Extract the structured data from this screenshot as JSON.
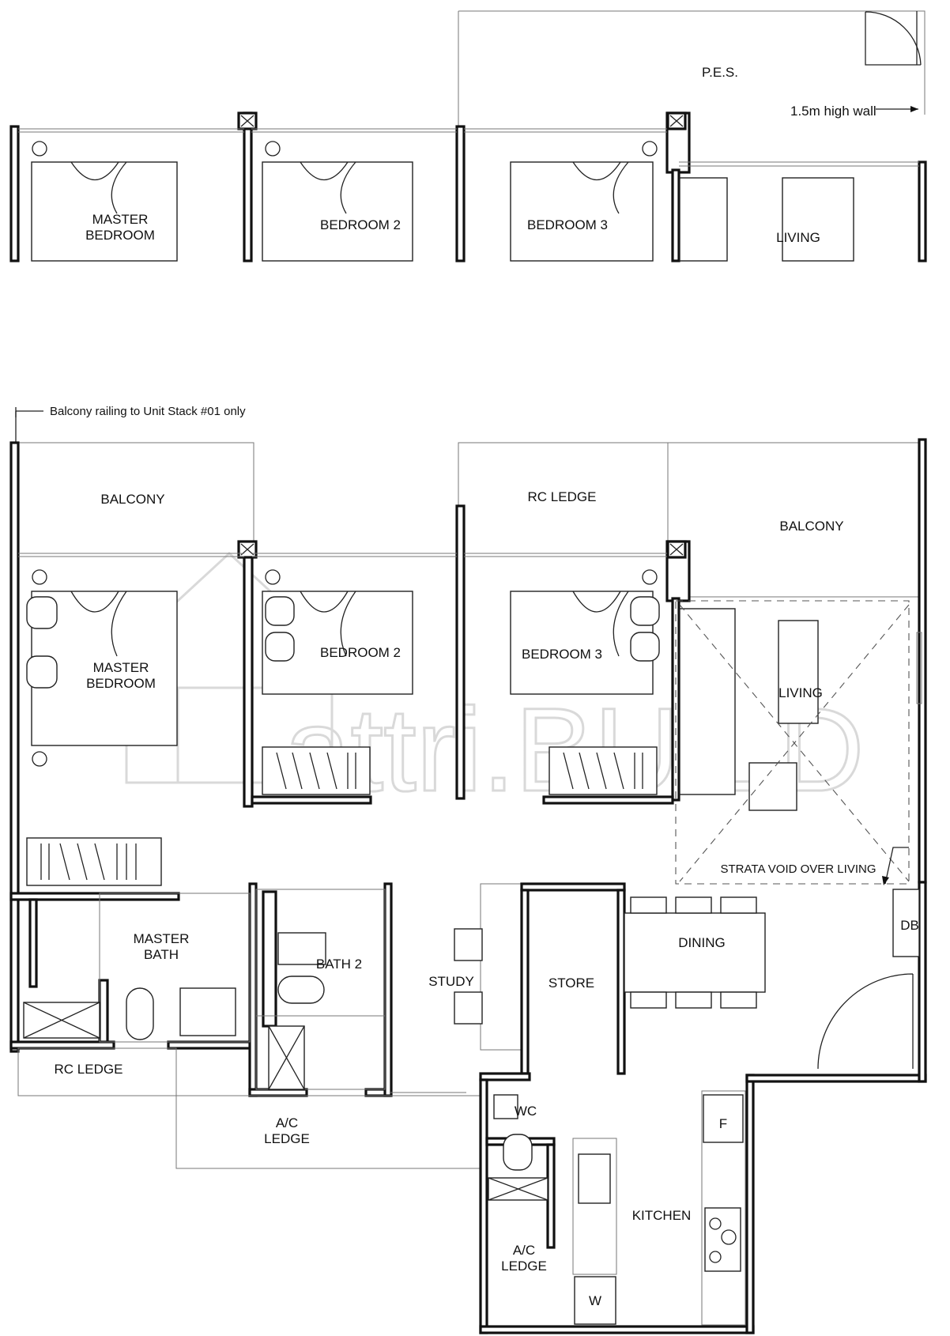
{
  "watermark": {
    "text": "attri.BUILD",
    "color": "#d9d9d9"
  },
  "upper_plan": {
    "pes": "P.E.S.",
    "wall_note": "1.5m high wall",
    "master_bedroom_line1": "MASTER",
    "master_bedroom_line2": "BEDROOM",
    "bedroom_2": "BEDROOM 2",
    "bedroom_3": "BEDROOM 3",
    "living": "LIVING"
  },
  "lower_plan": {
    "balcony_note": "Balcony railing to Unit Stack #01 only",
    "balcony_left": "BALCONY",
    "rc_ledge_top": "RC LEDGE",
    "balcony_right": "BALCONY",
    "master_bedroom_line1": "MASTER",
    "master_bedroom_line2": "BEDROOM",
    "bedroom_2": "BEDROOM 2",
    "bedroom_3": "BEDROOM 3",
    "living": "LIVING",
    "strata_void": "STRATA VOID OVER LIVING",
    "master_bath_line1": "MASTER",
    "master_bath_line2": "BATH",
    "bath_2": "BATH 2",
    "study": "STUDY",
    "store": "STORE",
    "dining": "DINING",
    "db": "DB",
    "rc_ledge_bottom": "RC LEDGE",
    "ac_ledge_1_line1": "A/C",
    "ac_ledge_1_line2": "LEDGE",
    "wc": "WC",
    "fridge": "F",
    "kitchen": "KITCHEN",
    "ac_ledge_2_line1": "A/C",
    "ac_ledge_2_line2": "LEDGE",
    "washer": "W"
  }
}
